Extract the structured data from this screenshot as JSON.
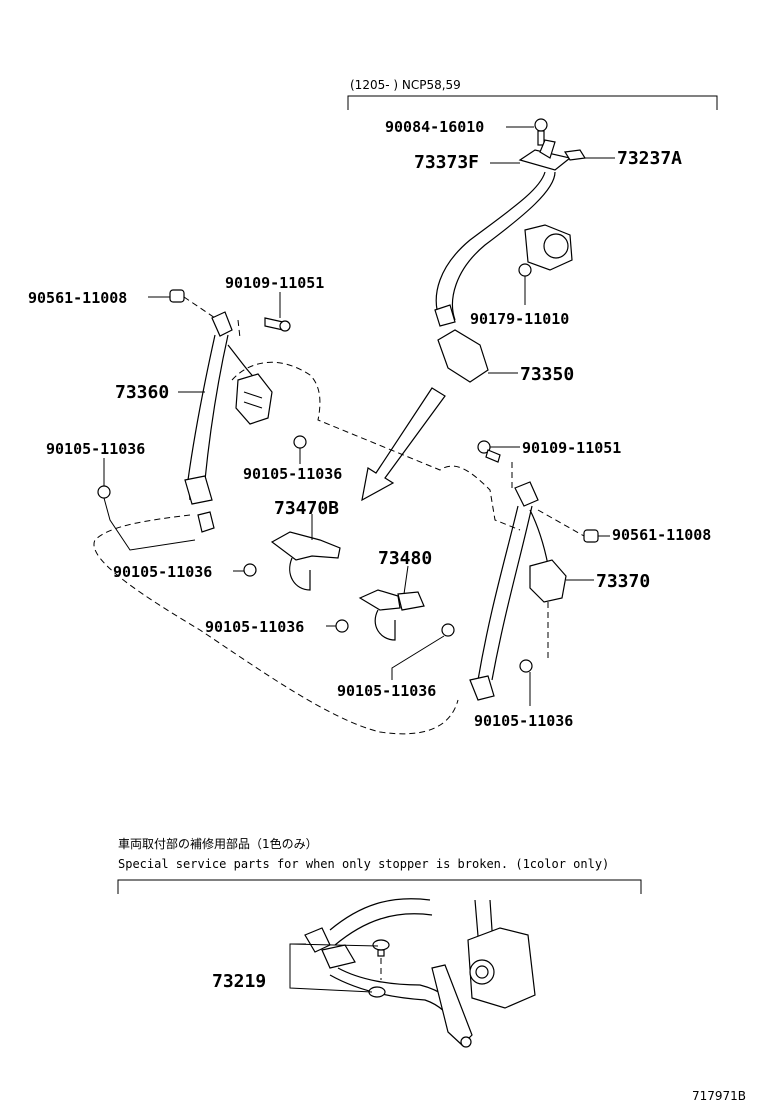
{
  "header_range": "(1205-      ) NCP58,59",
  "labels": {
    "p90084_16010": "90084-16010",
    "p73373F": "73373F",
    "p73237A": "73237A",
    "p90179_11010": "90179-11010",
    "p73350": "73350",
    "p90561_11008_left": "90561-11008",
    "p90109_11051_left": "90109-11051",
    "p73360": "73360",
    "p90105_11036_a": "90105-11036",
    "p90105_11036_b": "90105-11036",
    "p73470B": "73470B",
    "p73480": "73480",
    "p90105_11036_c": "90105-11036",
    "p90105_11036_d": "90105-11036",
    "p90105_11036_e": "90105-11036",
    "p90109_11051_right": "90109-11051",
    "p90561_11008_right": "90561-11008",
    "p73370": "73370",
    "p90105_11036_f": "90105-11036",
    "p73219": "73219"
  },
  "notes": {
    "jp": "車両取付部の補修用部品（1色のみ）",
    "en": "Special service parts for when only stopper is broken. (1color only)"
  },
  "figure_id": "717971B"
}
